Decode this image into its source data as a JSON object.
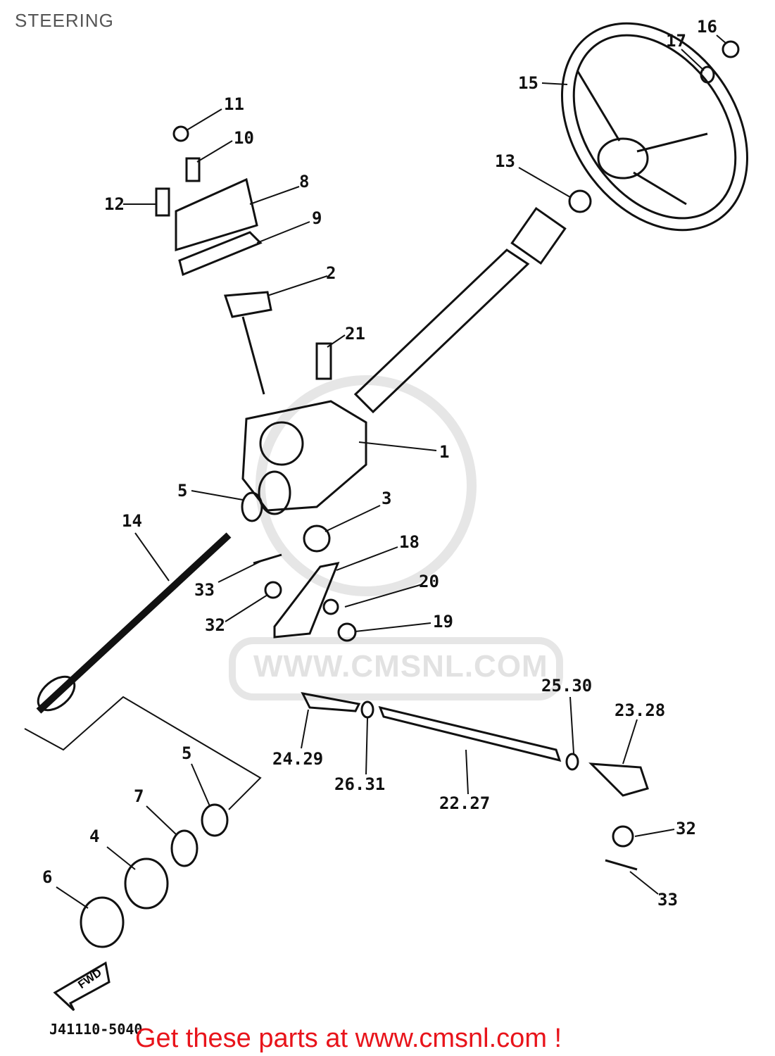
{
  "title": "STEERING",
  "callouts": [
    "16",
    "17",
    "15",
    "11",
    "10",
    "8",
    "12",
    "9",
    "13",
    "2",
    "21",
    "1",
    "5",
    "3",
    "14",
    "18",
    "20",
    "33",
    "32",
    "19",
    "25.30",
    "23.28",
    "24.29",
    "26.31",
    "22.27",
    "5",
    "7",
    "4",
    "6",
    "32",
    "33"
  ],
  "fwd_label": "FWD",
  "diagram_code": "J41110-5040",
  "watermark": "WWW.CMSNL.COM",
  "promo": "Get these parts at www.cmsnl.com !"
}
